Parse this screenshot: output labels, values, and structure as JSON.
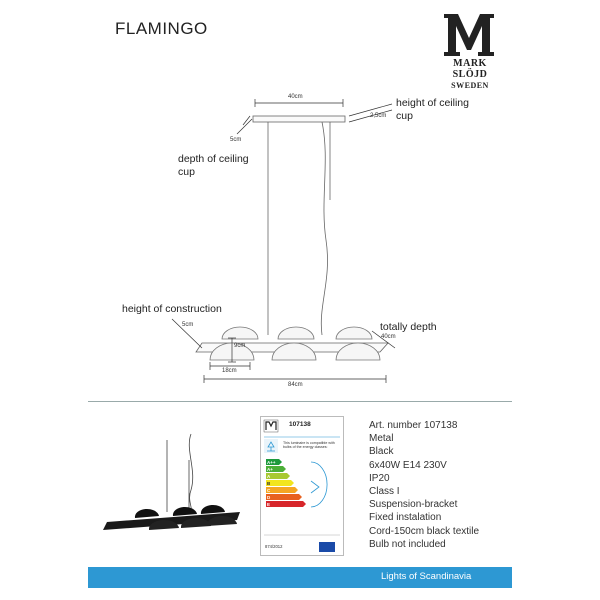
{
  "product": {
    "name": "FLAMINGO"
  },
  "brand": {
    "line1": "MARK",
    "line2": "SLÖJD",
    "line3": "SWEDEN"
  },
  "diagram": {
    "labels": {
      "height_ceiling_cup": "height of ceiling\ncup",
      "depth_ceiling_cup": "depth of ceiling\ncup",
      "height_construction": "height of construction",
      "totally_depth": "totally depth"
    },
    "dims": {
      "cup_width": "40cm",
      "cup_height": "2,5cm",
      "cup_depth": "5cm",
      "construction_height": "5cm",
      "shade_height": "9cm",
      "total_depth": "40cm",
      "shade_width": "18cm",
      "total_width": "84cm"
    }
  },
  "energy_label": {
    "article": "107138",
    "note": "This luminaire is compatible with bulbs of the energy classes:",
    "classes": [
      "A++",
      "A+",
      "A",
      "B",
      "C",
      "D",
      "E"
    ],
    "regulation": "874/2012"
  },
  "specs": [
    "Art. number 107138",
    "Metal",
    "Black",
    "6x40W E14 230V",
    "IP20",
    "Class I",
    "Suspension-bracket",
    "Fixed instalation",
    "Cord-150cm black textile",
    "Bulb not included"
  ],
  "footer": {
    "text": "Lights of Scandinavia",
    "color": "#2d98d3"
  }
}
